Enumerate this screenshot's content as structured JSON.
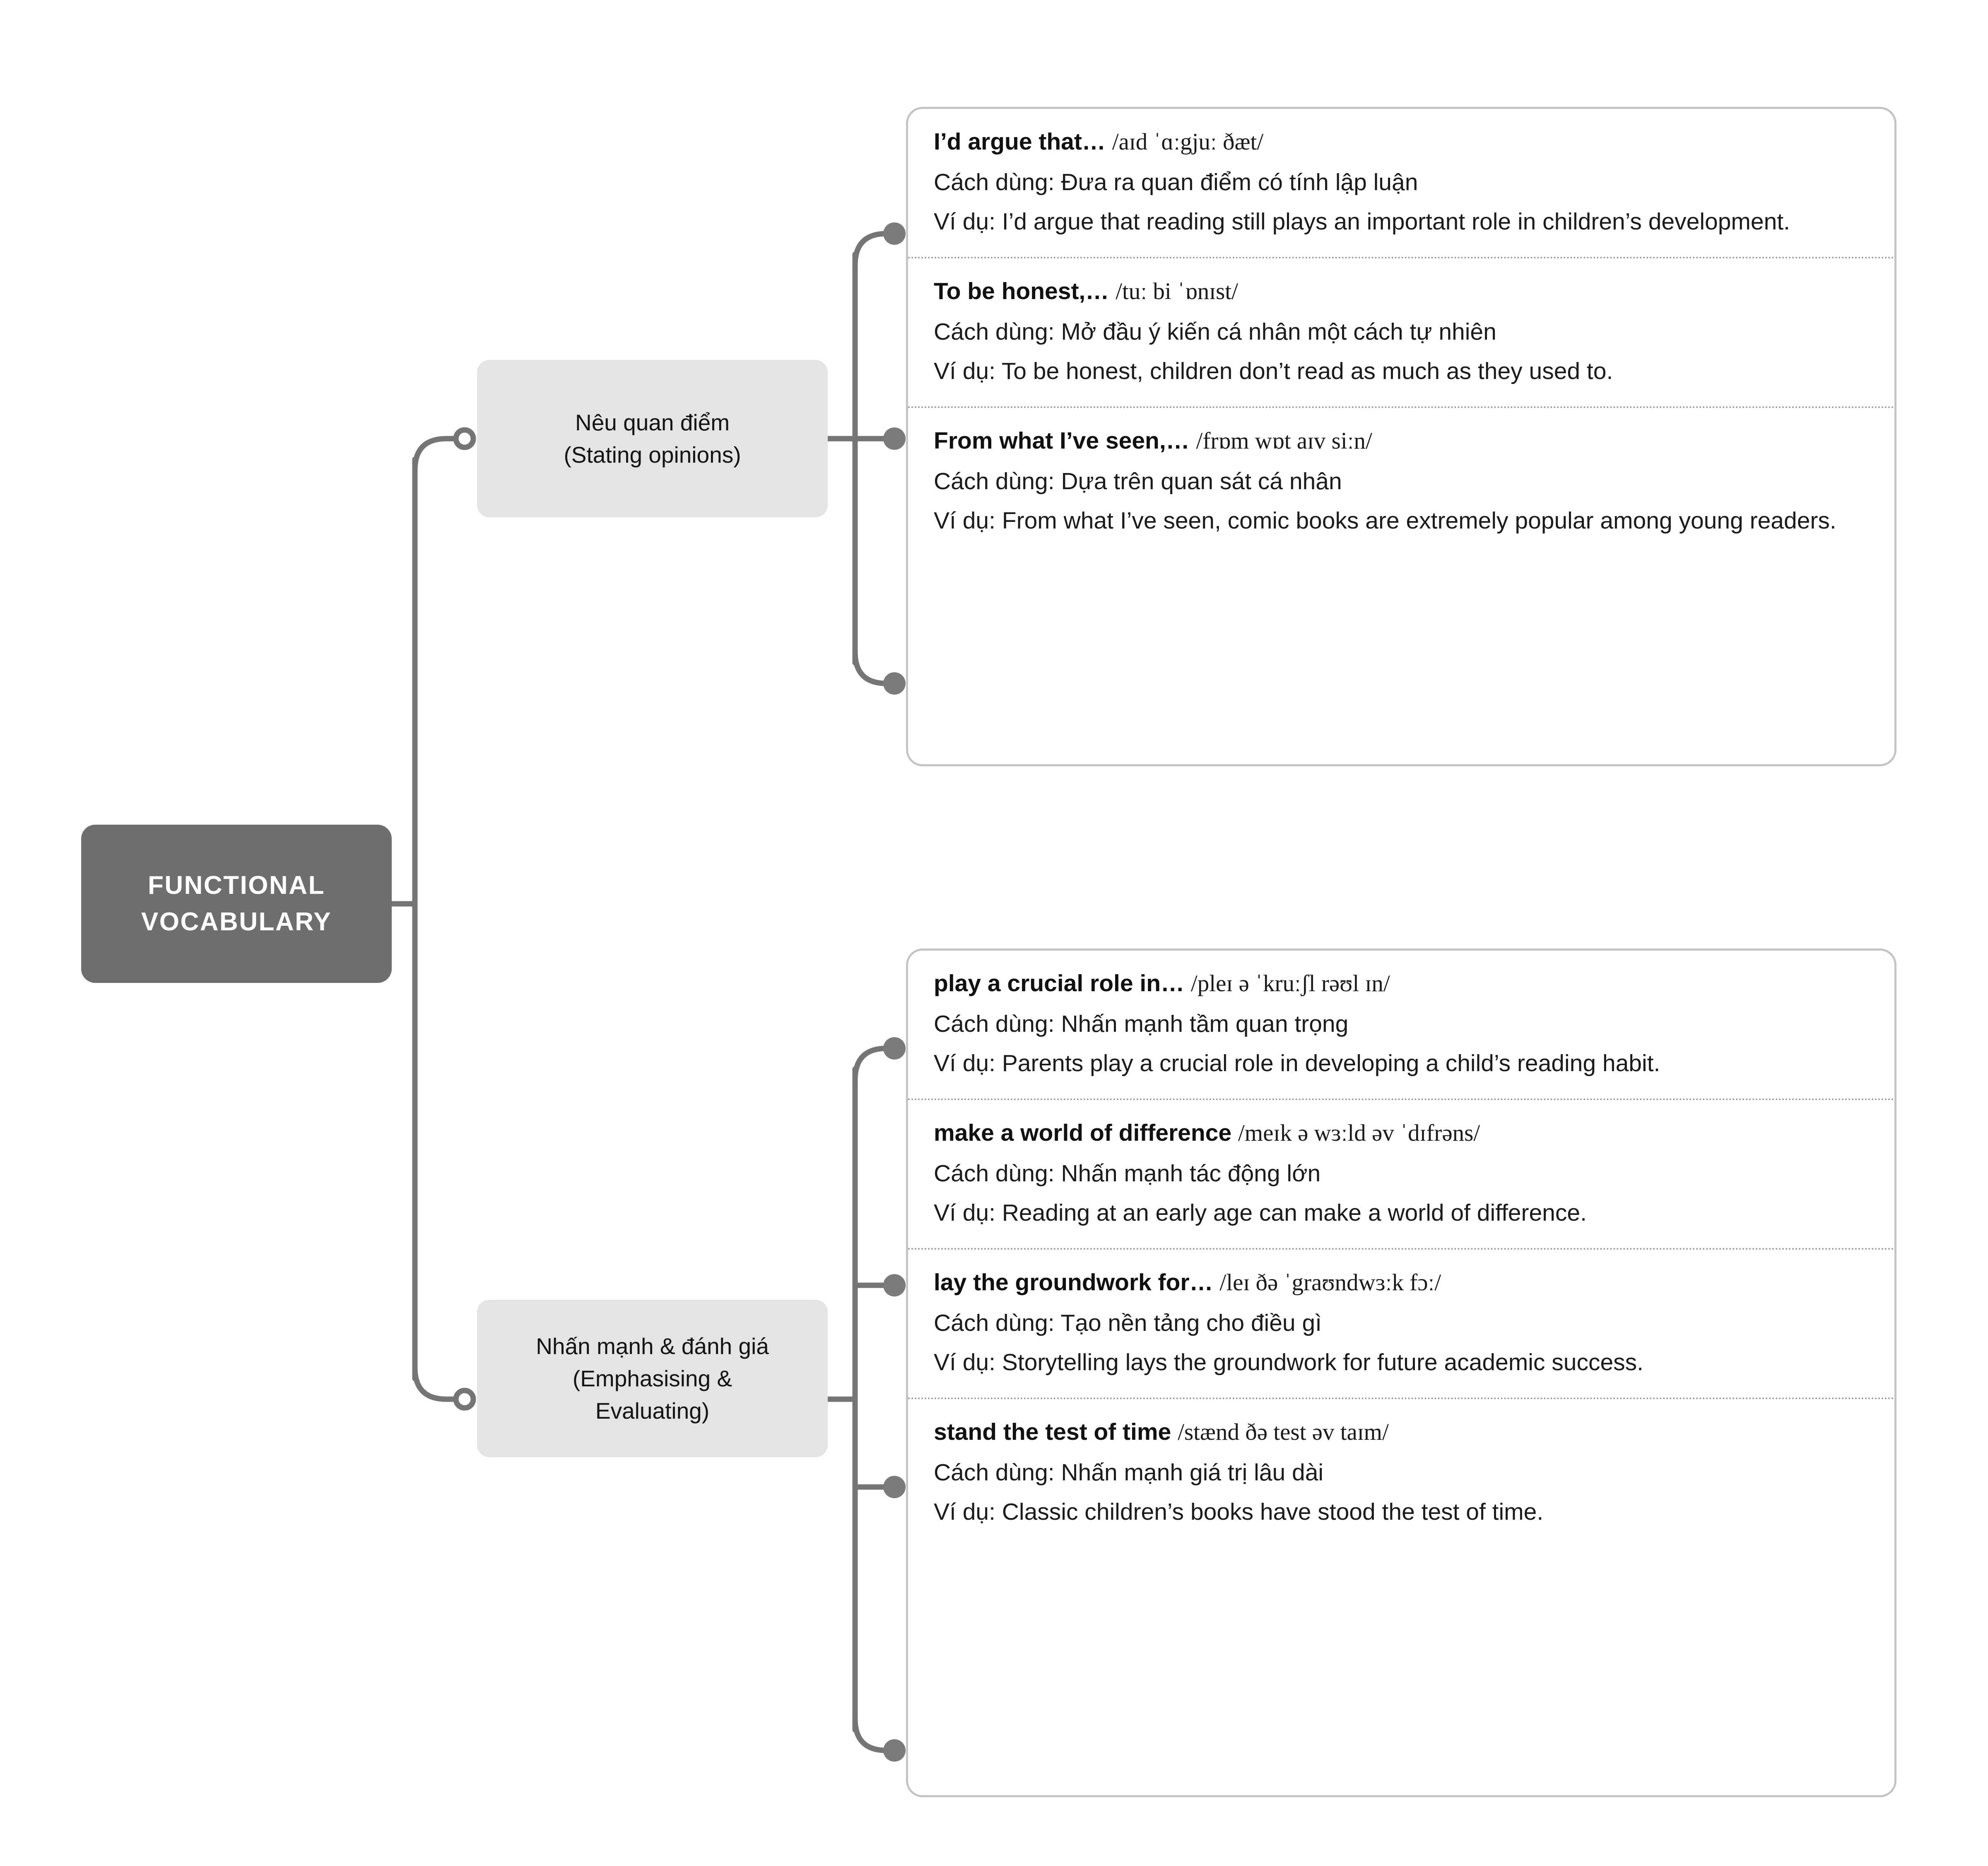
{
  "diagram": {
    "type": "mind-map",
    "root": {
      "title_line_1": "FUNCTIONAL",
      "title_line_2": "VOCABULARY",
      "color": "#6e6e6e",
      "text_color": "#ffffff"
    },
    "branch_color": "#e4e4e4",
    "connector_color": "#757575",
    "card_border_color": "#c4c4c4",
    "branches": [
      {
        "label_line_1": "Nêu quan điểm",
        "label_line_2": "(Stating opinions)",
        "entries": [
          {
            "term": " I’d argue that…",
            "ipa": "/aɪd ˈɑːgjuː ðæt/",
            "usage": "Cách dùng: Đưa ra quan điểm có tính lập luận",
            "example": "Ví dụ: I’d argue that reading still plays an important role in children’s development."
          },
          {
            "term": "To be honest,…",
            "ipa": "/tuː bi ˈɒnɪst/",
            "usage": "Cách dùng: Mở đầu ý kiến cá nhân một cách tự nhiên",
            "example": "Ví dụ: To be honest, children don’t read as much as they used to."
          },
          {
            "term": "From what I’ve seen,…",
            "ipa": "/frɒm wɒt aɪv siːn/",
            "usage": "Cách dùng: Dựa trên quan sát cá nhân",
            "example": "Ví dụ: From what I’ve seen, comic books are extremely popular among young readers."
          }
        ]
      },
      {
        "label_line_1": "Nhấn mạnh & đánh giá",
        "label_line_2": "(Emphasising &",
        "label_line_3": "Evaluating)",
        "entries": [
          {
            "term": "play a crucial role in…",
            "ipa": "/pleɪ ə ˈkruːʃl rəʊl ɪn/",
            "usage": "Cách dùng: Nhấn mạnh tầm quan trọng",
            "example": "Ví dụ: Parents play a crucial role in developing a child’s reading habit."
          },
          {
            "term": "make a world of difference",
            "ipa": "/meɪk ə wɜːld əv ˈdɪfrəns/",
            "usage": "Cách dùng: Nhấn mạnh tác động lớn",
            "example": "Ví dụ: Reading at an early age can make a world of difference."
          },
          {
            "term": "lay the groundwork for…",
            "ipa": "/leɪ ðə ˈgraʊndwɜːk fɔː/",
            "usage": "Cách dùng: Tạo nền tảng cho điều gì",
            "example": "Ví dụ: Storytelling lays the groundwork for future academic success."
          },
          {
            "term": "stand the test of time",
            "ipa": "/stænd ðə test əv taɪm/",
            "usage": "Cách dùng: Nhấn mạnh giá trị lâu dài",
            "example": "Ví dụ: Classic children’s books have stood the test of time."
          }
        ]
      }
    ]
  }
}
